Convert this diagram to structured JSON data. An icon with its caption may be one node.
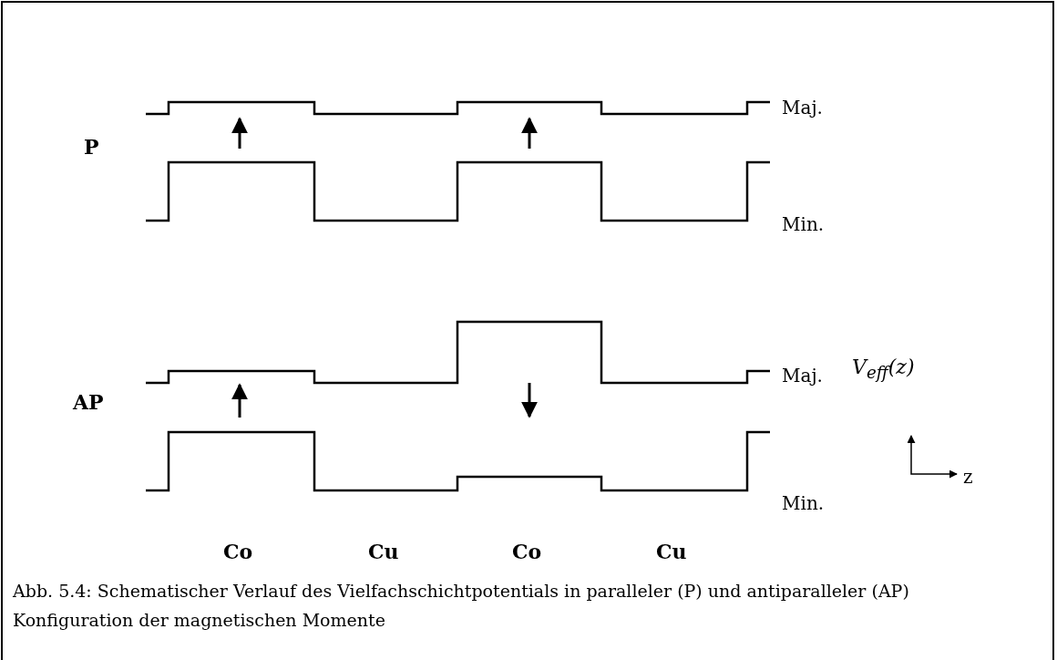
{
  "diagram": {
    "caption": "Abb. 5.4: Schematischer Verlauf des Vielfachschichtpotentials in paralleler (P) und antiparalleler (AP) Konfiguration der magnetischen Momente",
    "labels": [
      "Maj.",
      "P",
      "Min.",
      "Maj.",
      "V$_{eff}$(z)",
      "AP",
      "z",
      "Min.",
      "Co",
      "Cu",
      "Co",
      "Cu"
    ]
  }
}
